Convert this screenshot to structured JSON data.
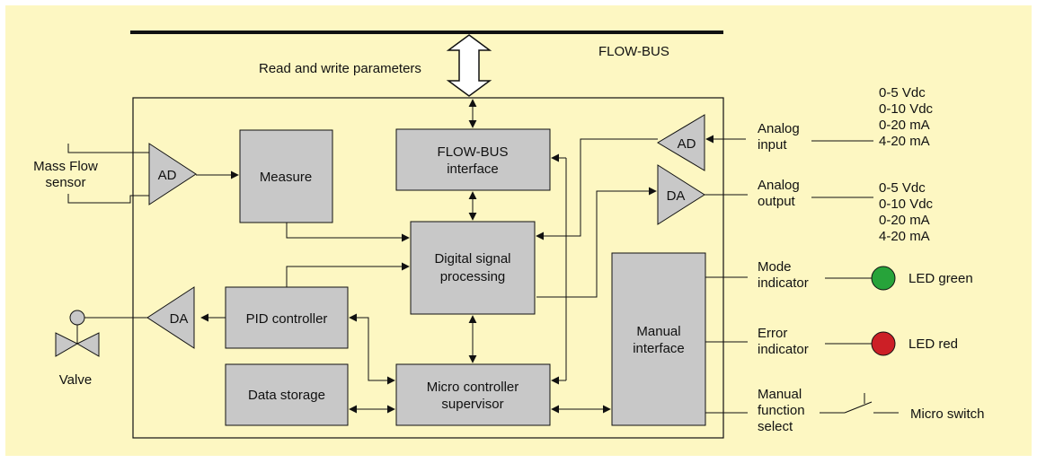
{
  "colors": {
    "background": "#fdf7c2",
    "block_fill": "#c8c8c8",
    "line": "#111111",
    "led_green": "#27a33a",
    "led_red": "#cc1f26"
  },
  "bus": {
    "label": "FLOW-BUS",
    "rw_label": "Read and write parameters"
  },
  "sensor": {
    "line1": "Mass Flow",
    "line2": "sensor"
  },
  "valve": {
    "label": "Valve",
    "icon": "valve-icon"
  },
  "converters": {
    "ad_in": "AD",
    "ad_analog": "AD",
    "da_analog": "DA",
    "da_valve": "DA"
  },
  "blocks": {
    "measure": "Measure",
    "flowbus_1": "FLOW-BUS",
    "flowbus_2": "interface",
    "dsp_1": "Digital signal",
    "dsp_2": "processing",
    "pid": "PID controller",
    "data_storage": "Data storage",
    "micro_1": "Micro controller",
    "micro_2": "supervisor",
    "manual_1": "Manual",
    "manual_2": "interface"
  },
  "io": {
    "analog_input": [
      "Analog",
      "input"
    ],
    "analog_output": [
      "Analog",
      "output"
    ],
    "mode": [
      "Mode",
      "indicator"
    ],
    "error": [
      "Error",
      "indicator"
    ],
    "manual_select": [
      "Manual",
      "function",
      "select"
    ],
    "ranges_input": [
      "0-5 Vdc",
      "0-10 Vdc",
      "0-20 mA",
      "4-20 mA"
    ],
    "ranges_output": [
      "0-5 Vdc",
      "0-10 Vdc",
      "0-20 mA",
      "4-20 mA"
    ],
    "led_green_label": "LED green",
    "led_red_label": "LED red",
    "micro_switch_label": "Micro switch"
  }
}
